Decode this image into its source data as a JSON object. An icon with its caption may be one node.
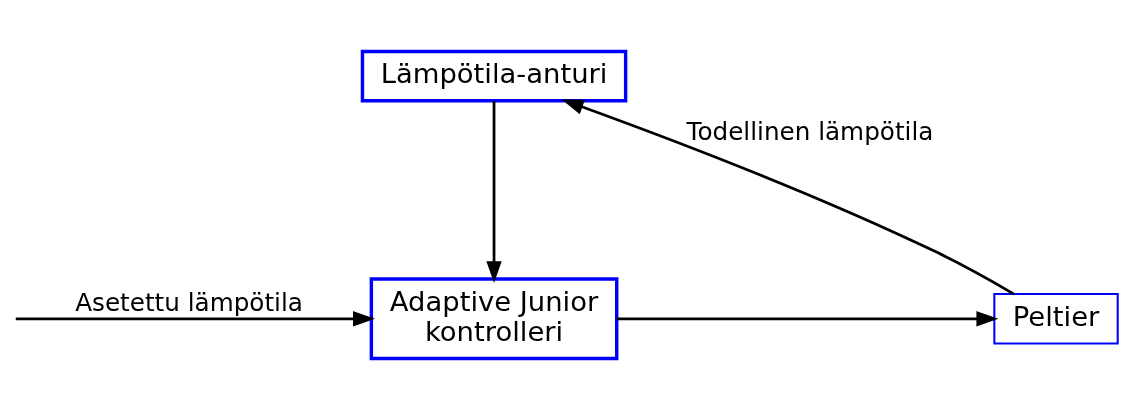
{
  "diagram": {
    "nodes": [
      {
        "text": [
          "Lämpötila-anturi"
        ]
      },
      {
        "text": [
          "Adaptive Junior kontrolleri"
        ]
      },
      {
        "text": [
          "Peltier"
        ]
      }
    ],
    "edges": [
      {
        "from": 0,
        "to": 1,
        "arrow": "to"
      },
      {
        "from": 1,
        "to": 2,
        "arrow": "to"
      },
      {
        "from": 2,
        "to": 0,
        "arrow": "to",
        "label": "Todellinen lämpötila"
      },
      {
        "from": null,
        "to": 1,
        "arrow": "to",
        "label": "Asetettu lämpötila"
      }
    ]
  }
}
